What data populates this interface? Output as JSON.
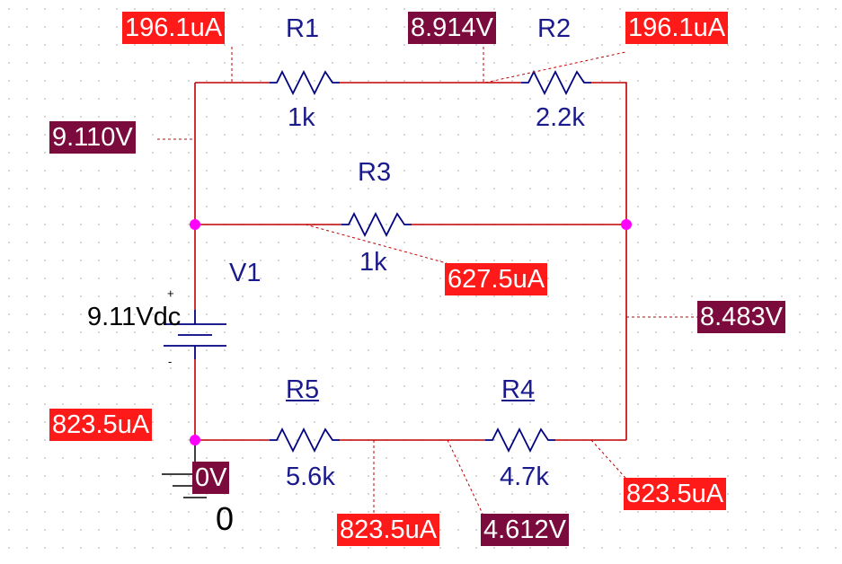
{
  "components": {
    "r1": {
      "ref": "R1",
      "value": "1k"
    },
    "r2": {
      "ref": "R2",
      "value": "2.2k"
    },
    "r3": {
      "ref": "R3",
      "value": "1k"
    },
    "r4": {
      "ref": "R4",
      "value": "4.7k"
    },
    "r5": {
      "ref": "R5",
      "value": "5.6k"
    },
    "v1": {
      "ref": "V1",
      "value": "9.11Vdc",
      "plus": "+",
      "minus": "-"
    },
    "ground": {
      "name": "0"
    }
  },
  "probes": {
    "i_r1": "196.1uA",
    "v_r1_r2": "8.914V",
    "i_r2": "196.1uA",
    "v_top_left": "9.110V",
    "i_r3": "627.5uA",
    "v_right": "8.483V",
    "i_v1": "823.5uA",
    "v_gnd": "0V",
    "i_r5": "823.5uA",
    "v_r5_r4": "4.612V",
    "i_r4": "823.5uA"
  },
  "colors": {
    "wire": "#c00000",
    "resistor": "#000080",
    "junction": "#ff00ff",
    "current_badge": "#ff1a1a",
    "voltage_badge": "#7a0b3c",
    "component_text": "#1a1a8c"
  }
}
